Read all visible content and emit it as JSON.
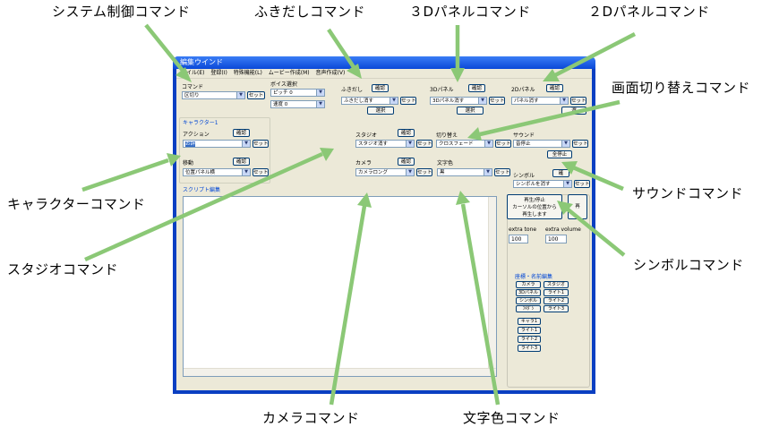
{
  "callouts": {
    "system": "システム制御コマンド",
    "fukidashi": "ふきだしコマンド",
    "panel3d": "３Dパネルコマンド",
    "panel2d": "２Dパネルコマンド",
    "screen_switch": "画面切り替えコマンド",
    "character": "キャラクターコマンド",
    "sound": "サウンドコマンド",
    "studio": "スタジオコマンド",
    "symbol": "シンボルコマンド",
    "camera": "カメラコマンド",
    "text_color": "文字色コマンド"
  },
  "window": {
    "title": "編集ウインド",
    "menu": [
      "ァイル(E)",
      "登録(I)",
      "特殊機能(L)",
      "ムービー作成(M)",
      "音声作成(V)"
    ]
  },
  "controls": {
    "set": "セット",
    "confirm": "確認",
    "select": "選択",
    "command_label": "コマンド",
    "command_value": "区切り",
    "voice_label": "ボイス選択",
    "pitch_value": "ピッチ 0",
    "speed_value": "速度 0",
    "fukidashi_label": "ふきだし",
    "fukidashi_value": "ふきだし消す",
    "panel3d_label": "3Dパネル",
    "panel3d_value": "3Dパネル消す",
    "panel2d_label": "2Dパネル",
    "panel2d_value": "パネル消す",
    "panel2d_select_fragment": "選",
    "character_title": "キャラクター1",
    "action_label": "アクション",
    "action_value": "お辞",
    "move_label": "移動",
    "move_value": "位置パネル横",
    "studio_label": "スタジオ",
    "studio_value": "スタジオ消す",
    "switch_label": "切り替え",
    "switch_value": "クロスフェード",
    "sound_label": "サウンド",
    "sound_value": "音停止",
    "sound_stop_all": "全停止",
    "camera_label": "カメラ",
    "camera_value": "カメラロング",
    "textcolor_label": "文字色",
    "textcolor_value": "黒",
    "symbol_label": "シンボル",
    "symbol_value": "シンボルを消す",
    "symbol_confirm_fragment": "確",
    "script_label": "スクリプト編集",
    "play_stop_label": "再生/停止\nカーソルの位置から\n再生します",
    "side_button_fragment": "再",
    "extra_tone_label": "extra tone",
    "extra_tone_value": "100",
    "extra_volume_label": "extra volume",
    "extra_volume_value": "100",
    "coord_title": "座標・名前編集",
    "coord_buttons": [
      "カメラ",
      "スタジオ",
      "3Dパネル",
      "ライト1",
      "シンボル",
      "ライト2",
      "ﾌｷﾀﾞｼ",
      "ライト3",
      "キャラ1",
      "ライト1",
      "ライト2",
      "ライト3"
    ]
  },
  "colors": {
    "arrow": "#8bc876",
    "title_bar": "#0a48d8",
    "client": "#ece9d8"
  }
}
